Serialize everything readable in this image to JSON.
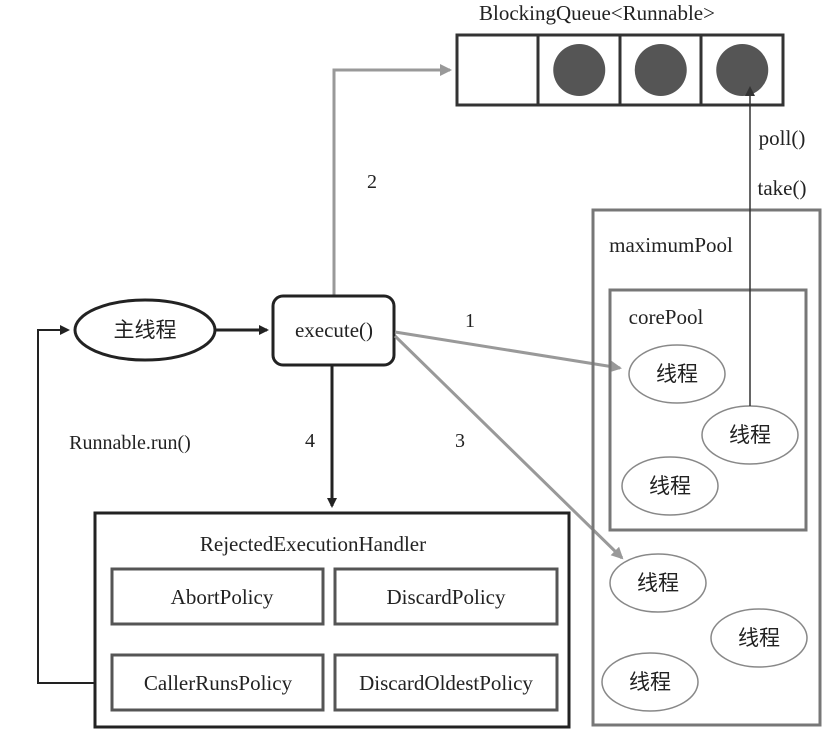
{
  "queue": {
    "label": "BlockingQueue<Runnable>",
    "slots": [
      {
        "filled": false
      },
      {
        "filled": true
      },
      {
        "filled": true
      },
      {
        "filled": true
      }
    ]
  },
  "main_thread": {
    "label": "主线程"
  },
  "execute": {
    "label": "execute()"
  },
  "steps": {
    "one": "1",
    "two": "2",
    "three": "3",
    "four": "4"
  },
  "runnable_run": "Runnable.run()",
  "poll_label": "poll()",
  "take_label": "take()",
  "maximum_pool": {
    "label": "maximumPool",
    "extra_threads": [
      "线程",
      "线程",
      "线程"
    ]
  },
  "core_pool": {
    "label": "corePool",
    "threads": [
      "线程",
      "线程",
      "线程"
    ]
  },
  "handler": {
    "title": "RejectedExecutionHandler",
    "policies": [
      "AbortPolicy",
      "DiscardPolicy",
      "CallerRunsPolicy",
      "DiscardOldestPolicy"
    ]
  },
  "colors": {
    "dark": "#333333",
    "gray_arrow": "#999999",
    "ball": "#555555",
    "pool_border": "#777777"
  }
}
